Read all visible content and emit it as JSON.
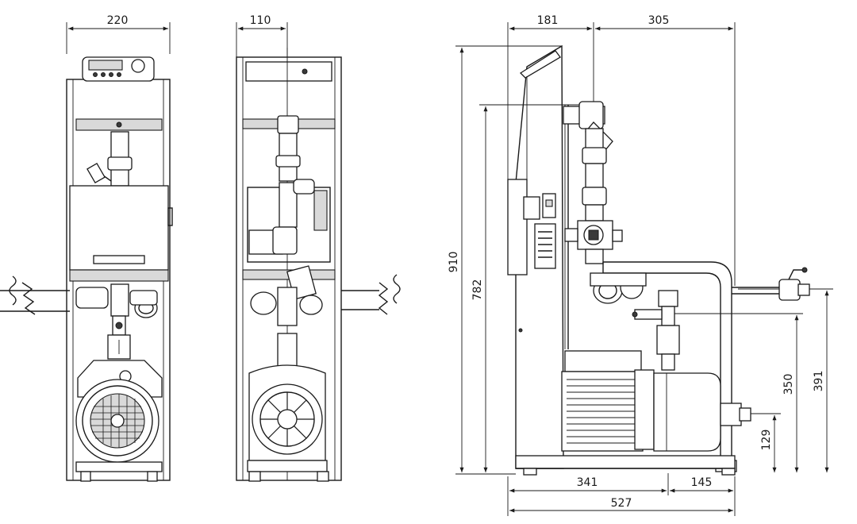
{
  "dimensions": {
    "front_width": "220",
    "side_width": "110",
    "top_left": "181",
    "top_right": "305",
    "height_total": "910",
    "height_frame": "782",
    "height_outlet": "350",
    "height_inlet": "391",
    "height_base": "129",
    "bottom_left": "341",
    "bottom_right": "145",
    "bottom_total": "527"
  },
  "colors": {
    "line": "#1a1a1a",
    "fill_light": "#d9d9d9",
    "fill_dark": "#3a3a3a"
  }
}
